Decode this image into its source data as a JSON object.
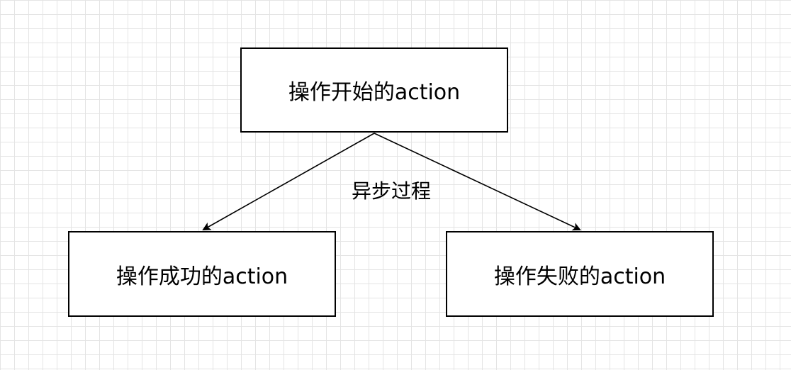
{
  "diagram": {
    "nodes": {
      "start": "操作开始的action",
      "success": "操作成功的action",
      "failure": "操作失败的action"
    },
    "edge_label": "异步过程",
    "colors": {
      "stroke": "#000000",
      "fill": "#ffffff",
      "grid": "#e4e4e4"
    }
  }
}
